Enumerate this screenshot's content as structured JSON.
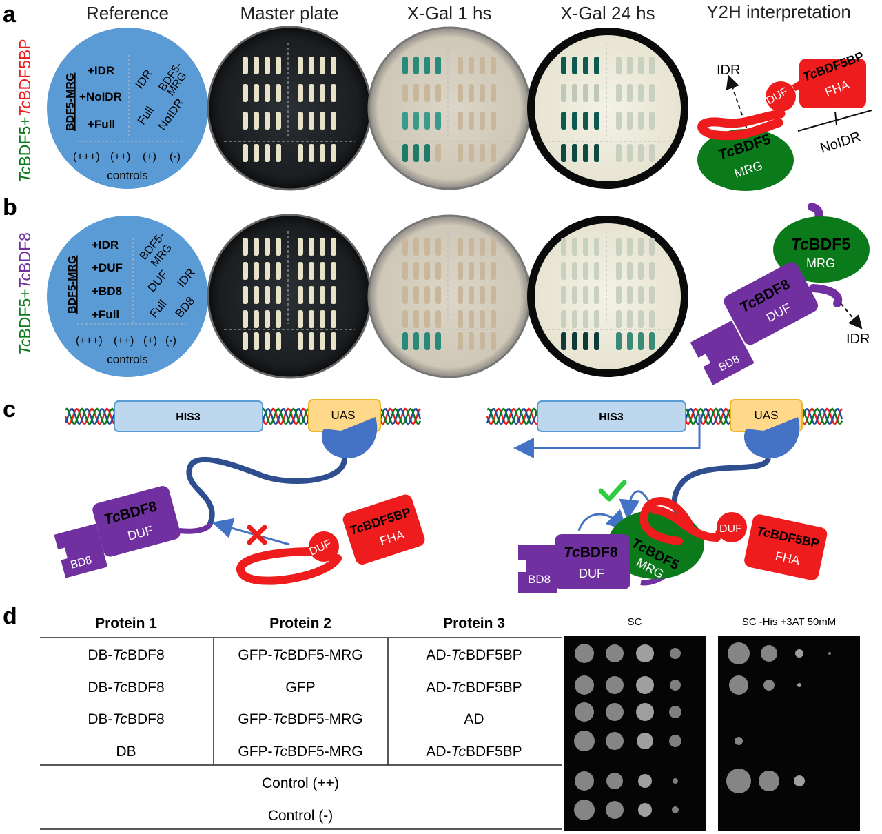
{
  "headers": {
    "reference": "Reference",
    "master_plate": "Master plate",
    "xgal1": "X-Gal 1 hs",
    "xgal24": "X-Gal 24 hs",
    "y2h": "Y2H interpretation"
  },
  "panel_letters": {
    "a": "a",
    "b": "b",
    "c": "c",
    "d": "d"
  },
  "side_labels": {
    "a_part1": "Tc",
    "a_part2": "BDF5+",
    "a_part3": "Tc",
    "a_part4": "BDF5BP",
    "b_part1": "Tc",
    "b_part2": "BDF5+",
    "b_part3": "Tc",
    "b_part4": "BDF8"
  },
  "ref_a": {
    "group": "BDF5-MRG",
    "rows": [
      "+IDR",
      "+NoIDR",
      "+Full"
    ],
    "diag": [
      "IDR",
      "BDF5-",
      "MRG",
      "Full",
      "NoIDR"
    ],
    "controls": [
      "(+++)",
      "(++)",
      "(+)",
      "(-)"
    ],
    "controls_label": "controls"
  },
  "ref_b": {
    "group": "BDF5-MRG",
    "rows": [
      "+IDR",
      "+DUF",
      "+BD8",
      "+Full"
    ],
    "diag": [
      "BDF5-",
      "MRG",
      "DUF",
      "IDR",
      "Full",
      "BD8"
    ],
    "controls": [
      "(+++)",
      "(++)",
      "(+)",
      "(-)"
    ],
    "controls_label": "controls"
  },
  "y2h_a": {
    "idr": "IDR",
    "duf": "DUF",
    "bp1": "Tc",
    "bp2": "BDF5BP",
    "fha": "FHA",
    "noidr": "NoIDR",
    "b5_1": "Tc",
    "b5_2": "BDF5",
    "mrg": "MRG"
  },
  "y2h_b": {
    "b5_1": "Tc",
    "b5_2": "BDF5",
    "mrg": "MRG",
    "b8_1": "Tc",
    "b8_2": "BDF8",
    "duf": "DUF",
    "bd8": "BD8",
    "idr": "IDR"
  },
  "panel_c": {
    "his3": "HIS3",
    "uas": "UAS",
    "b8_1": "Tc",
    "b8_2": "BDF8",
    "duf": "DUF",
    "bd8": "BD8",
    "bp_duf": "DUF",
    "bp1": "Tc",
    "bp2": "BDF5BP",
    "fha": "FHA",
    "b5_1": "Tc",
    "b5_2": "BDF5",
    "mrg": "MRG"
  },
  "table": {
    "headers": [
      "Protein 1",
      "Protein 2",
      "Protein 3"
    ],
    "rows": [
      [
        {
          "a": "DB-",
          "i": "Tc",
          "b": "BDF8"
        },
        {
          "a": "GFP-",
          "i": "Tc",
          "b": "BDF5-MRG"
        },
        {
          "a": "AD-",
          "i": "Tc",
          "b": "BDF5BP"
        }
      ],
      [
        {
          "a": "DB-",
          "i": "Tc",
          "b": "BDF8"
        },
        {
          "a": "GFP",
          "i": "",
          "b": ""
        },
        {
          "a": "AD-",
          "i": "Tc",
          "b": "BDF5BP"
        }
      ],
      [
        {
          "a": "DB-",
          "i": "Tc",
          "b": "BDF8"
        },
        {
          "a": "GFP-",
          "i": "Tc",
          "b": "BDF5-MRG"
        },
        {
          "a": "AD",
          "i": "",
          "b": ""
        }
      ],
      [
        {
          "a": "DB",
          "i": "",
          "b": ""
        },
        {
          "a": "GFP-",
          "i": "Tc",
          "b": "BDF5-MRG"
        },
        {
          "a": "AD-",
          "i": "Tc",
          "b": "BDF5BP"
        }
      ]
    ],
    "controls": [
      "Control (++)",
      "Control (-)"
    ]
  },
  "spots": {
    "sc": "SC",
    "his": "SC -His +3AT 50mM"
  },
  "colors": {
    "green": "#0b7a1a",
    "red": "#ee1c1c",
    "purple": "#7030a0",
    "blue": "#5b9bd5",
    "dnaBlue": "#1f4e99"
  }
}
